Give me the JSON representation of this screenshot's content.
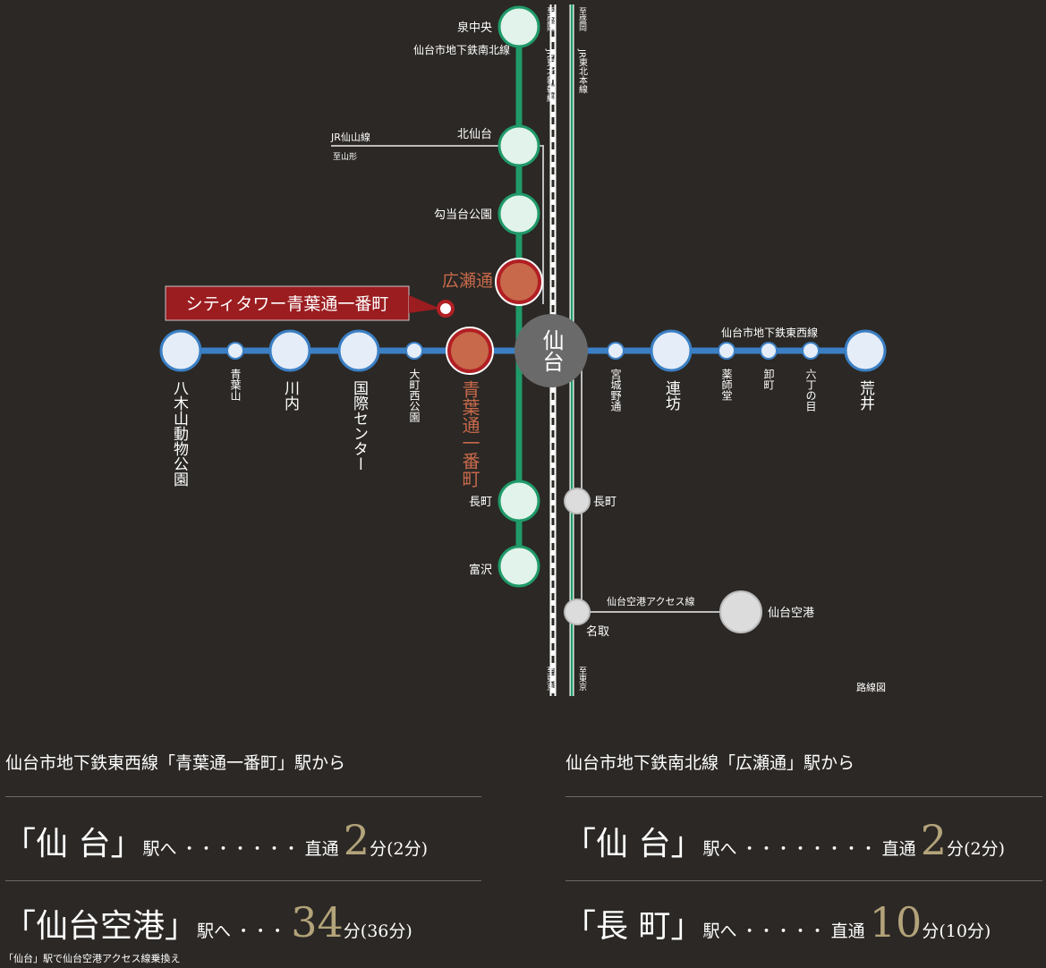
{
  "map": {
    "jr_senzan": "JR仙山線",
    "to_yamagata": "至山形",
    "to_morioka": "至盛岡",
    "to_tokyo": "至東京",
    "shinkansen": "JR東北新幹線",
    "honsen": "JR東北本線",
    "subway_ns": "仙台市地下鉄南北線",
    "subway_ew": "仙台市地下鉄東西線",
    "airport_line": "仙台空港アクセス線",
    "property": "シティタワー青葉通一番町",
    "route_map": "路線図",
    "hub": "仙台",
    "ns_stations": [
      "泉中央",
      "北仙台",
      "勾当台公園",
      "広瀬通",
      "長町",
      "富沢"
    ],
    "ew_stations": [
      "八木山動物公園",
      "青葉山",
      "川内",
      "国際センター",
      "大町西公園",
      "青葉通一番町",
      "宮城野通",
      "連坊",
      "薬師堂",
      "卸町",
      "六丁の目",
      "荒井"
    ],
    "jr_stations": [
      "長町",
      "名取",
      "仙台空港"
    ]
  },
  "access_left": {
    "heading": "仙台市地下鉄東西線「青葉通一番町」駅から",
    "row1": {
      "dest": "「仙 台」",
      "ekie": "駅へ",
      "dots": "・・・・・・・",
      "mode": "直通",
      "mins": "2",
      "unit": "分",
      "alt": "(2分)"
    },
    "row2": {
      "dest": "「仙台空港」",
      "ekie": "駅へ",
      "dots": "・・・",
      "mins": "34",
      "unit": "分",
      "alt": "(36分)"
    },
    "note": "「仙台」駅で仙台空港アクセス線乗換え"
  },
  "access_right": {
    "heading": "仙台市地下鉄南北線「広瀬通」駅から",
    "row1": {
      "dest": "「仙 台」",
      "ekie": "駅へ",
      "dots": "・・・・・・・・",
      "mode": "直通",
      "mins": "2",
      "unit": "分",
      "alt": "(2分)"
    },
    "row2": {
      "dest": "「長 町」",
      "ekie": "駅へ",
      "dots": "・・・・・",
      "mode": "直通",
      "mins": "10",
      "unit": "分",
      "alt": "(10分)"
    }
  },
  "colors": {
    "ns_line": "#1f9a68",
    "ew_line": "#3b7fc4",
    "highlight": "#c7694a",
    "property_red": "#9b1d20"
  }
}
